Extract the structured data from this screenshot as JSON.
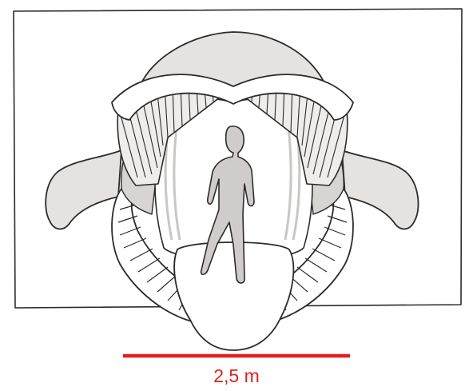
{
  "scale_bar": {
    "label": "2,5 m",
    "color": "#e0211c"
  },
  "palette": {
    "ink": "#2b2b2b",
    "whale_fill": "#e4e3e1",
    "whale_shade": "#d2d1cf",
    "human_fill": "#cfcccb",
    "frame_fill": "#ffffff"
  },
  "figures": [
    {
      "name": "whale-mouth-front-view"
    },
    {
      "name": "human-silhouette-for-scale"
    }
  ]
}
